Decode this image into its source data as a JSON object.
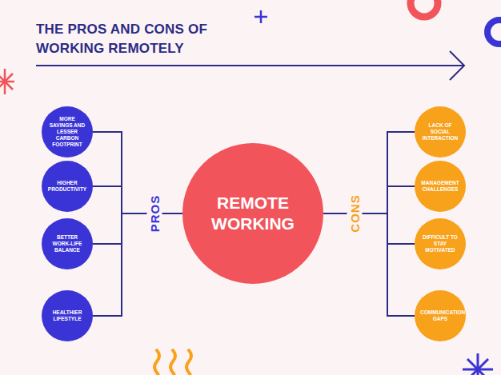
{
  "diagram": {
    "title": "THE PROS AND CONS OF WORKING REMOTELY",
    "nodes": [
      {
        "text": [
          "MORE SAVINGS AND LESSER CARBON FOOTPRINT"
        ]
      },
      {
        "text": [
          "HIGHER PRODUCTIVITY"
        ]
      },
      {
        "text": [
          "BETTER WORK-LIFE BALANCE"
        ]
      },
      {
        "text": [
          "HEALTHIER LIFESTYLE"
        ]
      },
      {
        "text": [
          "REMOTE WORKING"
        ]
      },
      {
        "text": [
          "LACK OF SOCIAL INTERACTION"
        ]
      },
      {
        "text": [
          "MANAGEMENT CHALLENGES"
        ]
      },
      {
        "text": [
          "DIFFICULT TO STAY MOTIVATED"
        ]
      },
      {
        "text": [
          "COMMUNICATION GAPS"
        ]
      }
    ],
    "edges": [
      {
        "from": 4,
        "to": 0,
        "arrow": "none"
      },
      {
        "from": 4,
        "to": 1,
        "arrow": "none"
      },
      {
        "from": 4,
        "to": 2,
        "arrow": "none"
      },
      {
        "from": 4,
        "to": 3,
        "arrow": "none"
      },
      {
        "from": 4,
        "to": 5,
        "arrow": "none"
      },
      {
        "from": 4,
        "to": 6,
        "arrow": "none"
      },
      {
        "from": 4,
        "to": 7,
        "arrow": "none"
      },
      {
        "from": 4,
        "to": 8,
        "arrow": "none"
      }
    ],
    "labels": [
      "PROS",
      "CONS"
    ]
  }
}
